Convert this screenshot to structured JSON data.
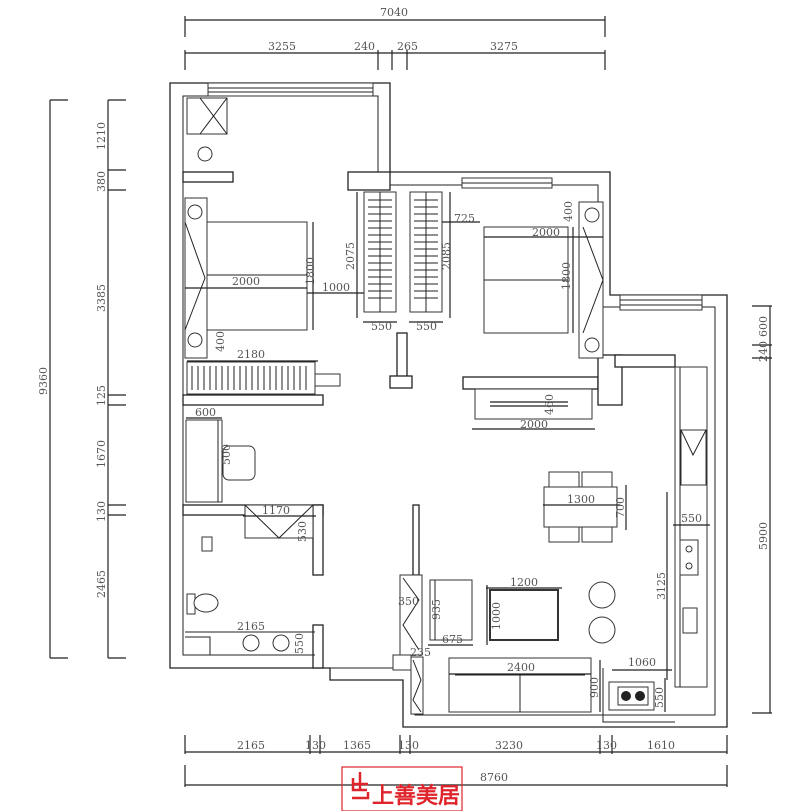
{
  "top_dims": {
    "total": "7040",
    "seg1": "3255",
    "seg2": "240",
    "seg3": "265",
    "seg4": "3275"
  },
  "bottom_dims": {
    "seg1": "2165",
    "seg2": "130",
    "seg3": "1365",
    "seg4": "130",
    "seg5": "3230",
    "seg6": "130",
    "seg7": "1610",
    "total": "8760"
  },
  "left_dims": {
    "total": "9360",
    "seg1": "1210",
    "seg2": "380",
    "seg3": "3385",
    "seg4": "125",
    "seg5": "1670",
    "seg6": "130",
    "seg7": "2465"
  },
  "right_dims": {
    "seg1": "600",
    "seg2": "240",
    "seg3": "5900"
  },
  "furniture_dims": {
    "left_bed_length": "2000",
    "left_bed_width": "1800",
    "left_bed_gap": "1000",
    "left_nightstand": "400",
    "wardrobe_left_height": "2075",
    "wardrobe_right_height": "2085",
    "wardrobe_left_width": "550",
    "wardrobe_right_width": "550",
    "right_gap": "725",
    "right_bed_length": "2000",
    "right_bed_width": "1800",
    "right_nightstand": "400",
    "tv_cabinet_length": "2000",
    "tv_cabinet_depth": "460",
    "corridor_cabinet": "2180",
    "desk_width": "600",
    "desk_length": "500",
    "bath_cabinet_width": "1170",
    "bath_cabinet_depth": "530",
    "vanity_length": "2165",
    "vanity_depth": "550",
    "dining_table_length": "1300",
    "dining_table_width": "700",
    "kitchen_counter_depth": "550",
    "kitchen_length": "3125",
    "kitchen_return": "1060",
    "stove_counter_depth": "550",
    "coffee_table_length": "1200",
    "coffee_table_width": "1000",
    "armchair_depth": "935",
    "armchair_width": "675",
    "shoe_cabinet": "350",
    "shoe_cabinet_lower": "235",
    "sofa_length": "2400",
    "sofa_depth": "900"
  },
  "watermark": {
    "text": "上善美居",
    "color": "#e0242b"
  }
}
